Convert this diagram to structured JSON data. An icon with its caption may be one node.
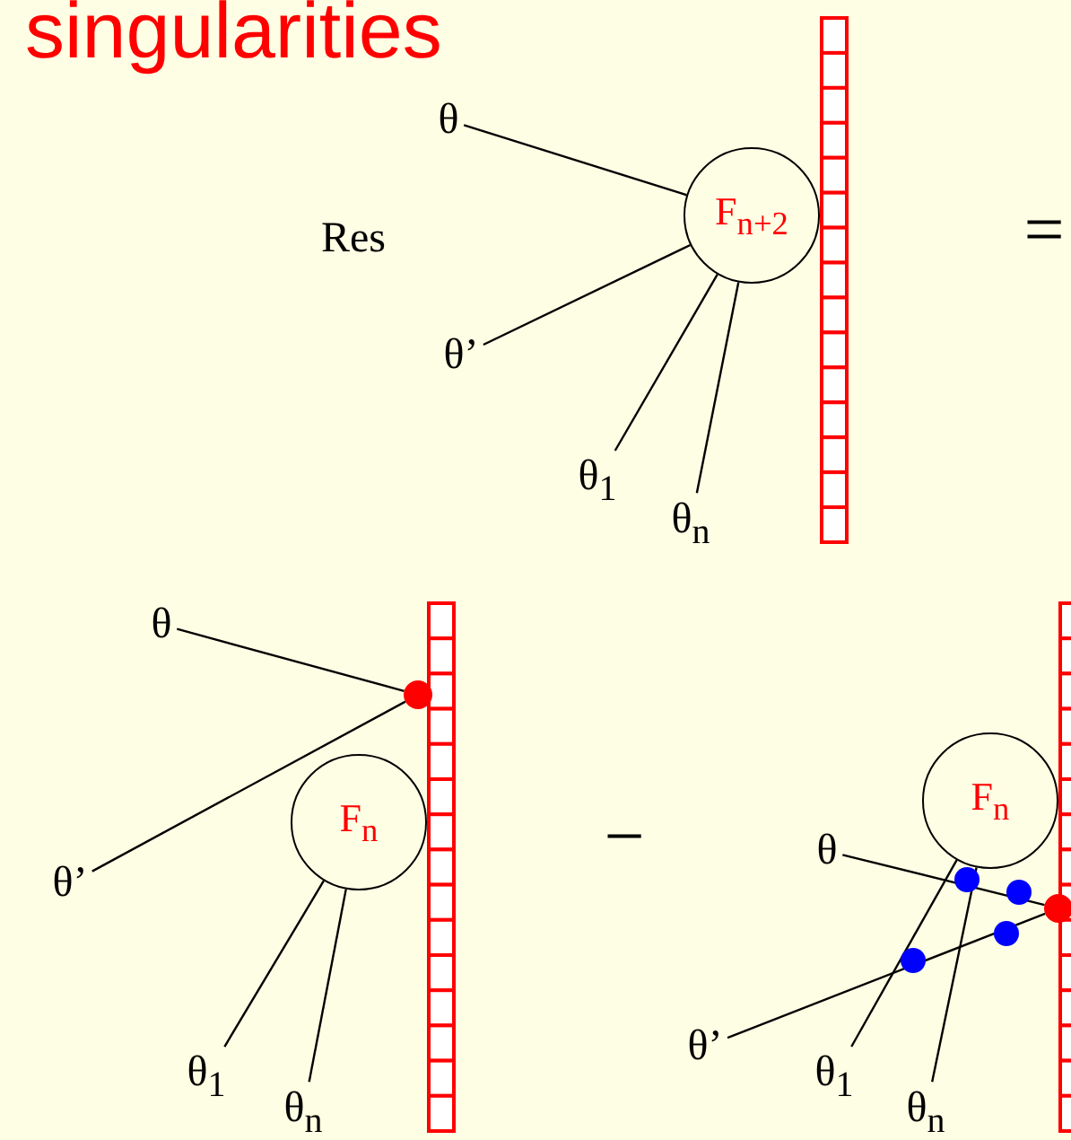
{
  "diagram": {
    "title": "singularities",
    "nodes": [
      {
        "text": [
          "θ"
        ]
      },
      {
        "text": [
          "θ’"
        ]
      },
      {
        "text": [
          "θ$_{1}$"
        ]
      },
      {
        "text": [
          "θ$_{n}$"
        ]
      },
      {
        "text": [
          "F$_{n+2}$"
        ]
      },
      {
        "text": [
          "θ"
        ]
      },
      {
        "text": [
          "θ’"
        ]
      },
      {
        "text": [
          "θ$_{1}$"
        ]
      },
      {
        "text": [
          "θ$_{n}$"
        ]
      },
      {
        "text": [
          "F$_{n}$"
        ]
      },
      {
        "text": [],
        "shape": "circle"
      },
      {
        "text": [
          "F$_{n}$"
        ]
      },
      {
        "text": [
          "θ"
        ]
      },
      {
        "text": [
          "θ’"
        ]
      },
      {
        "text": [
          "θ$_{1}$"
        ]
      },
      {
        "text": [
          "θ$_{n}$"
        ]
      },
      {
        "text": [],
        "shape": "circle"
      }
    ],
    "edges": [
      {
        "from": 0,
        "to": 4,
        "arrow": "none"
      },
      {
        "from": 1,
        "to": 4,
        "arrow": "none"
      },
      {
        "from": 2,
        "to": 4,
        "arrow": "none"
      },
      {
        "from": 3,
        "to": 4,
        "arrow": "none"
      },
      {
        "from": 5,
        "to": 10,
        "arrow": "none"
      },
      {
        "from": 6,
        "to": 10,
        "arrow": "none"
      },
      {
        "from": 7,
        "to": 9,
        "arrow": "none"
      },
      {
        "from": 8,
        "to": 9,
        "arrow": "none"
      },
      {
        "from": 12,
        "to": 16,
        "arrow": "none"
      },
      {
        "from": 13,
        "to": 16,
        "arrow": "none"
      },
      {
        "from": 14,
        "to": 11,
        "arrow": "none"
      },
      {
        "from": 15,
        "to": 11,
        "arrow": "none"
      }
    ],
    "labels": [
      "Res",
      "=",
      "−"
    ]
  }
}
